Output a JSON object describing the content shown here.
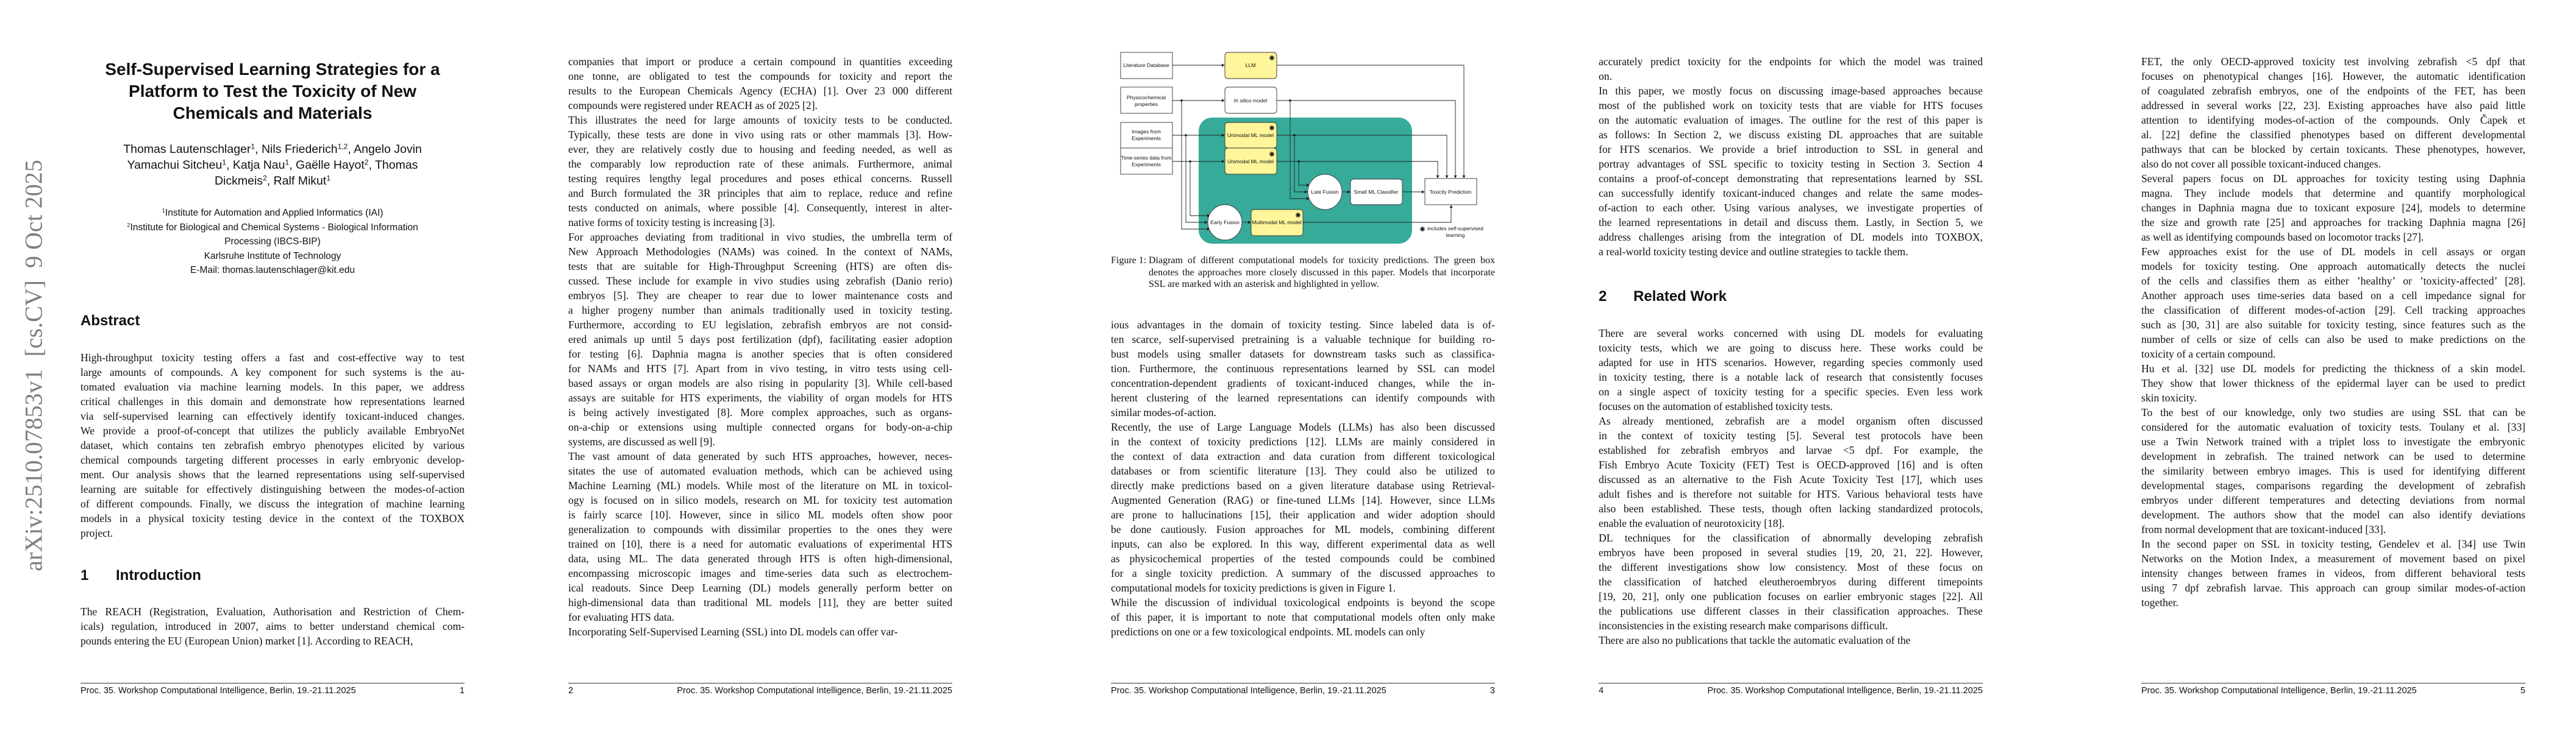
{
  "arxiv_stamp": "arXiv:2510.07853v1  [cs.CV]  9 Oct 2025",
  "footer_text": "Proc. 35. Workshop Computational Intelligence, Berlin, 19.-21.11.2025",
  "page_numbers": [
    "1",
    "2",
    "3",
    "4",
    "5"
  ],
  "page1": {
    "title_lines": [
      "Self-Supervised Learning Strategies for a",
      "Platform to Test the Toxicity of New",
      "Chemicals and Materials"
    ],
    "author_lines": [
      [
        {
          "t": "Thomas Lautenschlager",
          "s": "1"
        },
        {
          "t": ", Nils Friederich",
          "s": "1,2"
        },
        {
          "t": ", Angelo Jovin",
          "s": ""
        }
      ],
      [
        {
          "t": "Yamachui Sitcheu",
          "s": "1"
        },
        {
          "t": ", Katja Nau",
          "s": "1"
        },
        {
          "t": ", Gaëlle Hayot",
          "s": "2"
        },
        {
          "t": ", Thomas",
          "s": ""
        }
      ],
      [
        {
          "t": "Dickmeis",
          "s": "2"
        },
        {
          "t": ", Ralf Mikut",
          "s": "1"
        }
      ]
    ],
    "affiliation_lines": [
      {
        "s": "1",
        "t": "Institute for Automation and Applied Informatics (IAI)"
      },
      {
        "s": "2",
        "t": "Institute for Biological and Chemical Systems - Biological Information"
      },
      {
        "s": "",
        "t": "Processing (IBCS-BIP)"
      },
      {
        "s": "",
        "t": "Karlsruhe Institute of Technology"
      },
      {
        "s": "",
        "t": "E-Mail: thomas.lautenschlager@kit.edu"
      }
    ],
    "abstract_heading": "Abstract",
    "abstract": [
      [
        "High-throughput toxicity testing offers a fast and cost-effective way to test",
        "large amounts of compounds.  A key component for such systems is the au-",
        "tomated evaluation via machine learning models.  In this paper, we address",
        "critical challenges in this domain and demonstrate how representations learned",
        "via self-supervised learning can effectively identify toxicant-induced changes.",
        "We provide a proof-of-concept that utilizes the publicly available EmbryoNet",
        "dataset, which contains ten zebrafish embryo phenotypes elicited by various",
        "chemical compounds targeting different processes in early embryonic develop-",
        "ment. Our analysis shows that the learned representations using self-supervised",
        "learning are suitable for effectively distinguishing between the modes-of-action",
        "of different compounds. Finally, we discuss the integration of machine learning",
        "models in a physical toxicity testing device in the context of the TOXBOX",
        "project."
      ]
    ],
    "intro_number": "1",
    "intro_title": "Introduction",
    "intro": [
      [
        "The REACH (Registration, Evaluation, Authorisation and Restriction of Chem-",
        "icals) regulation, introduced in 2007, aims to better understand chemical com-",
        "pounds entering the EU (European Union) market [1].  According to REACH,"
      ]
    ]
  },
  "page2": {
    "body": [
      [
        "companies that import or produce a certain compound in quantities exceeding",
        "one tonne, are obligated to test the compounds for toxicity and report the",
        "results to the European Chemicals Agency (ECHA) [1]. Over 23 000 different",
        "compounds were registered under REACH as of 2025 [2]."
      ],
      [
        "This illustrates the need for large amounts of toxicity tests to be conducted.",
        "Typically, these tests are done in vivo using rats or other mammals [3]. How-",
        "ever, they are relatively costly due to housing and feeding needed, as well as",
        "the comparably low reproduction rate of these animals.  Furthermore, animal",
        "testing requires lengthy legal procedures and poses ethical concerns.  Russell",
        "and Burch formulated the 3R principles that aim to replace, reduce and refine",
        "tests conducted on animals, where possible [4]. Consequently, interest in alter-",
        "native forms of toxicity testing is increasing [3]."
      ],
      [
        "For approaches deviating from traditional in vivo studies, the umbrella term of",
        "New Approach Methodologies (NAMs) was coined.  In the context of NAMs,",
        "tests that are suitable for High-Throughput Screening (HTS) are often dis-",
        "cussed. These include for example in vivo studies using zebrafish (Danio rerio)",
        "embryos [5].  They are cheaper to rear due to lower maintenance costs and",
        "a higher progeny number than animals traditionally used in toxicity testing.",
        "Furthermore, according to EU legislation, zebrafish embryos are not consid-",
        "ered animals up until 5 days post fertilization (dpf), facilitating easier adoption",
        "for testing [6].  Daphnia magna is another species that is often considered",
        "for NAMs and HTS [7].  Apart from in vivo testing, in vitro tests using cell-",
        "based assays or organ models are also rising in popularity [3]. While cell-based",
        "assays are suitable for HTS experiments, the viability of organ models for HTS",
        "is being actively investigated [8].  More complex approaches, such as organs-",
        "on-a-chip or extensions using multiple connected organs for body-on-a-chip",
        "systems, are discussed as well [9]."
      ],
      [
        "The vast amount of data generated by such HTS approaches, however, neces-",
        "sitates the use of automated evaluation methods, which can be achieved using",
        "Machine Learning (ML) models. While most of the literature on ML in toxicol-",
        "ogy is focused on in silico models, research on ML for toxicity test automation",
        "is fairly scarce [10].  However, since in silico ML models often show poor",
        "generalization to compounds with dissimilar properties to the ones they were",
        "trained on [10], there is a need for automatic evaluations of experimental HTS",
        "data, using ML. The data generated through HTS is often high-dimensional,",
        "encompassing microscopic images and time-series data such as electrochem-",
        "ical readouts.  Since Deep Learning (DL) models generally perform better on",
        "high-dimensional data than traditional ML models [11], they are better suited",
        "for evaluating HTS data."
      ],
      [
        "Incorporating Self-Supervised Learning (SSL) into DL models can offer var-"
      ]
    ]
  },
  "page3": {
    "figure": {
      "literature_database": "Literature Database",
      "llm": "LLM",
      "physicochemical": [
        "Physicochemical",
        "properties"
      ],
      "in_silico": [
        "In silico",
        " model"
      ],
      "images": [
        "Images from",
        "Experiments"
      ],
      "time_series": [
        "Time-series data from",
        "Experiments"
      ],
      "unimodal_1": "Unimodal ML model",
      "unimodal_2": "Unimodal ML model",
      "late_fusion": "Late Fusion",
      "small_classifier": "Small ML Classifier",
      "toxicity_prediction": "Toxicity Prediction",
      "early_fusion": "Early Fusion",
      "multimodal": "Multimodal ML model",
      "legend": [
        "includes self-supervised",
        "learning"
      ],
      "colors": {
        "ssl_yellow": "#fff59a",
        "focus_green": "#37ab9a"
      }
    },
    "caption_label": "Figure 1:",
    "caption_lines": [
      "Diagram of different computational models for toxicity predictions.  The green box",
      "denotes the approaches more closely discussed in this paper.  Models that incorporate",
      "SSL are marked with an asterisk and highlighted in yellow."
    ],
    "body": [
      [
        "ious advantages in the domain of toxicity testing.  Since labeled data is of-",
        "ten scarce, self-supervised pretraining is a valuable technique for building ro-",
        "bust models using smaller datasets for downstream tasks such as classifica-",
        "tion.  Furthermore, the continuous representations learned by SSL can model",
        "concentration-dependent gradients of toxicant-induced changes, while the in-",
        "herent clustering of the learned representations can identify compounds with",
        "similar modes-of-action."
      ],
      [
        "Recently, the use of Large Language Models (LLMs) has also been discussed",
        "in the context of toxicity predictions [12].  LLMs are mainly considered in",
        "the context of data extraction and data curation from different toxicological",
        "databases or from scientific literature [13].  They could also be utilized to",
        "directly make predictions based on a given literature database using Retrieval-",
        "Augmented Generation (RAG) or fine-tuned LLMs [14]. However, since LLMs",
        "are prone to hallucinations [15], their application and wider adoption should",
        "be done cautiously.  Fusion approaches for ML models, combining different",
        "inputs, can also be explored.  In this way, different experimental data as well",
        "as physicochemical properties of the tested compounds could be combined",
        "for a single toxicity prediction.  A summary of the discussed approaches to",
        "computational models for toxicity predictions is given in Figure 1."
      ],
      [
        "While the discussion of individual toxicological endpoints is beyond the scope",
        "of this paper, it is important to note that computational models often only make",
        "predictions on one or a few toxicological endpoints.  ML models can only"
      ]
    ]
  },
  "page4": {
    "body_top": [
      [
        "accurately predict toxicity for the endpoints for which the model was trained",
        "on."
      ],
      [
        "In this paper, we mostly focus on discussing image-based approaches because",
        "most of the published work on toxicity tests that are viable for HTS focuses",
        "on the automatic evaluation of images. The outline for the rest of this paper is",
        "as follows:  In Section 2, we discuss existing DL approaches that are suitable",
        "for HTS scenarios.  We provide a brief introduction to SSL in general and",
        "portray advantages of SSL specific to toxicity testing in Section 3.  Section 4",
        "contains a proof-of-concept demonstrating that representations learned by SSL",
        "can successfully identify toxicant-induced changes and relate the same modes-",
        "of-action to each other.  Using various analyses, we investigate properties of",
        "the learned representations in detail and discuss them. Lastly, in Section 5, we",
        "address challenges arising from the integration of DL models into TOXBOX,",
        "a real-world toxicity testing device and outline strategies to tackle them."
      ]
    ],
    "section_number": "2",
    "section_title": "Related Work",
    "body": [
      [
        "There are several works concerned with using DL models for evaluating",
        "toxicity tests, which we are going to discuss here.  These works could be",
        "adapted for use in HTS scenarios. However, regarding species commonly used",
        "in toxicity testing, there is a notable lack of research that consistently focuses",
        "on a single aspect of toxicity testing for a specific species.  Even less work",
        "focuses on the automation of established toxicity tests."
      ],
      [
        "As already mentioned, zebrafish are a model organism often discussed",
        "in the context of toxicity testing [5].   Several test protocols have been",
        "established for zebrafish embryos and larvae <5 dpf.   For example, the",
        "Fish Embryo Acute Toxicity (FET) Test is OECD-approved [16] and is often",
        "discussed as an alternative to the Fish Acute Toxicity Test [17], which uses",
        "adult fishes and is therefore not suitable for HTS. Various behavioral tests have",
        "also been established. These tests, though often lacking standardized protocols,",
        "enable the evaluation of neurotoxicity [18]."
      ],
      [
        "DL techniques for the classification of abnormally developing zebrafish",
        "embryos have been proposed in several studies [19, 20, 21, 22].  However,",
        "the different investigations show low consistency.  Most of these focus on",
        "the classification of hatched eleutheroembryos during different timepoints",
        "[19, 20, 21], only one publication focuses on earlier embryonic stages [22]. All",
        "the publications use different classes in their classification approaches. These",
        "inconsistencies in the existing research make comparisons difficult."
      ],
      [
        "There are also no publications that tackle the automatic evaluation of the"
      ]
    ]
  },
  "page5": {
    "body": [
      [
        "FET, the only OECD-approved toxicity test involving zebrafish <5 dpf that",
        "focuses on phenotypical changes [16].  However, the automatic identification",
        "of coagulated zebrafish embryos, one of the endpoints of the FET, has been",
        "addressed in several works [22, 23]. Existing approaches have also paid little",
        "attention to identifying modes-of-action of the compounds.  Only Čapek et",
        "al.  [22] define the classified phenotypes based on different developmental",
        "pathways that can be blocked by certain toxicants. These phenotypes, however,",
        "also do not cover all possible toxicant-induced changes."
      ],
      [
        "Several papers focus on DL approaches for toxicity testing using Daphnia",
        "magna.  They include models that determine and quantify morphological",
        "changes in Daphnia magna due to toxicant exposure [24], models to determine",
        "the size and growth rate [25] and approaches for tracking Daphnia magna [26]",
        "as well as identifying compounds based on locomotor tracks [27]."
      ],
      [
        "Few approaches exist for the use of DL models in cell assays or organ",
        "models for toxicity testing.  One approach automatically detects the nuclei",
        "of the cells and classifies them as either ’healthy’ or ’toxicity-affected’ [28].",
        "Another approach uses time-series data based on a cell impedance signal for",
        "the classification of different modes-of-action [29].  Cell tracking approaches",
        "such as [30, 31] are also suitable for toxicity testing, since features such as the",
        "number of cells or size of cells can also be used to make predictions on the",
        "toxicity of a certain compound."
      ],
      [
        "Hu et al.  [32] use DL models for predicting the thickness of a skin model.",
        "They show that lower thickness of the epidermal layer can be used to predict",
        "skin toxicity."
      ],
      [
        "To the best of our knowledge, only two studies are using SSL that can be",
        "considered for the automatic evaluation of toxicity tests.  Toulany et al.  [33]",
        "use a Twin Network trained with a triplet loss to investigate the embryonic",
        "development in zebrafish.  The trained network can be used to determine",
        "the similarity between embryo images.  This is used for identifying different",
        "developmental stages, comparisons regarding the development of zebrafish",
        "embryos under different temperatures and detecting deviations from normal",
        "development.  The authors show that the model can also identify deviations",
        "from normal development that are toxicant-induced [33]."
      ],
      [
        "In the second paper on SSL in toxicity testing, Gendelev et al.  [34] use Twin",
        "Networks on the Motion Index, a measurement of movement based on pixel",
        "intensity changes between frames in videos, from different behavioral tests",
        "using 7 dpf zebrafish larvae. This approach can group similar modes-of-action",
        "together."
      ]
    ]
  }
}
